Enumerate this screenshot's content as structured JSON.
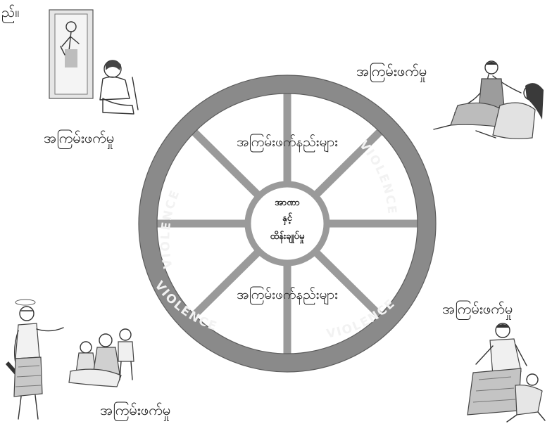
{
  "corner_caption": "ည်။",
  "wheel": {
    "rim_words": [
      "VIOLENCE",
      "VIOLENCE",
      "VIOLENCE",
      "VIOLENCE"
    ],
    "hub_lines": [
      "အာဏာ",
      "နှင့်",
      "ထိန်းချုပ်မှု"
    ],
    "inner_labels": [
      "အကြမ်းဖက်နည်းများ",
      "အကြမ်းဖက်နည်းများ"
    ],
    "colors": {
      "rim": "#8a8a8a",
      "spoke": "#9a9a9a",
      "hub_ring": "#9a9a9a"
    }
  },
  "scenes": [
    {
      "name": "top-left",
      "label": "အကြမ်းဖက်မှု"
    },
    {
      "name": "top-right",
      "label": "အကြမ်းဖက်မှု"
    },
    {
      "name": "bottom-right",
      "label": "အကြမ်းဖက်မှု"
    },
    {
      "name": "bottom-left",
      "label": "အကြမ်းဖက်မှု"
    }
  ]
}
